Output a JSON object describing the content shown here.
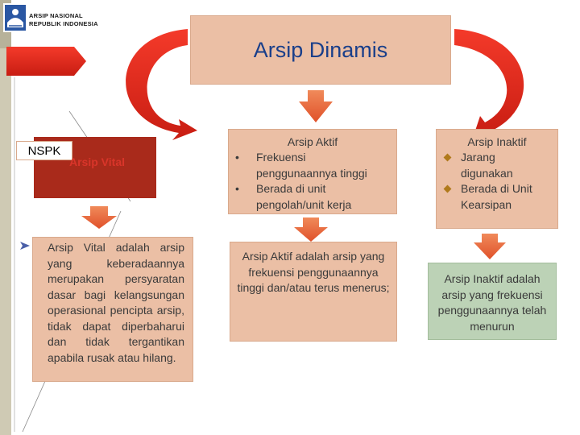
{
  "logo": {
    "line1": "ARSIP NASIONAL",
    "line2": "REPUBLIK INDONESIA"
  },
  "title": "Arsip Dinamis",
  "left": {
    "nspk": "NSPK",
    "vital_label": "Arsip Vital",
    "definition": "Arsip Vital adalah arsip yang keberadaannya merupakan persyaratan dasar bagi kelangsungan operasional pencipta arsip, tidak dapat diperbaharui dan tidak tergantikan apabila rusak atau hilang."
  },
  "aktif": {
    "title": "Arsip Aktif",
    "bullets": [
      "Frekuensi penggunaannya tinggi",
      "Berada di unit pengolah/unit kerja"
    ],
    "definition": "Arsip Aktif adalah arsip yang frekuensi penggunaannya tinggi dan/atau terus menerus;"
  },
  "inaktif": {
    "title": "Arsip Inaktif",
    "bullets": [
      "Jarang digunakan",
      "Berada di Unit Kearsipan"
    ],
    "definition": "Arsip Inaktif adalah arsip yang frekuensi penggunaannya telah menurun"
  },
  "colors": {
    "title_text": "#1a3f8a",
    "pink_box": "#ebbfa5",
    "green_box": "#bcd2b6",
    "dark_red": "#a92a1b",
    "arrow_red": "#e0251b",
    "arrow_orange": "#e8612c"
  }
}
